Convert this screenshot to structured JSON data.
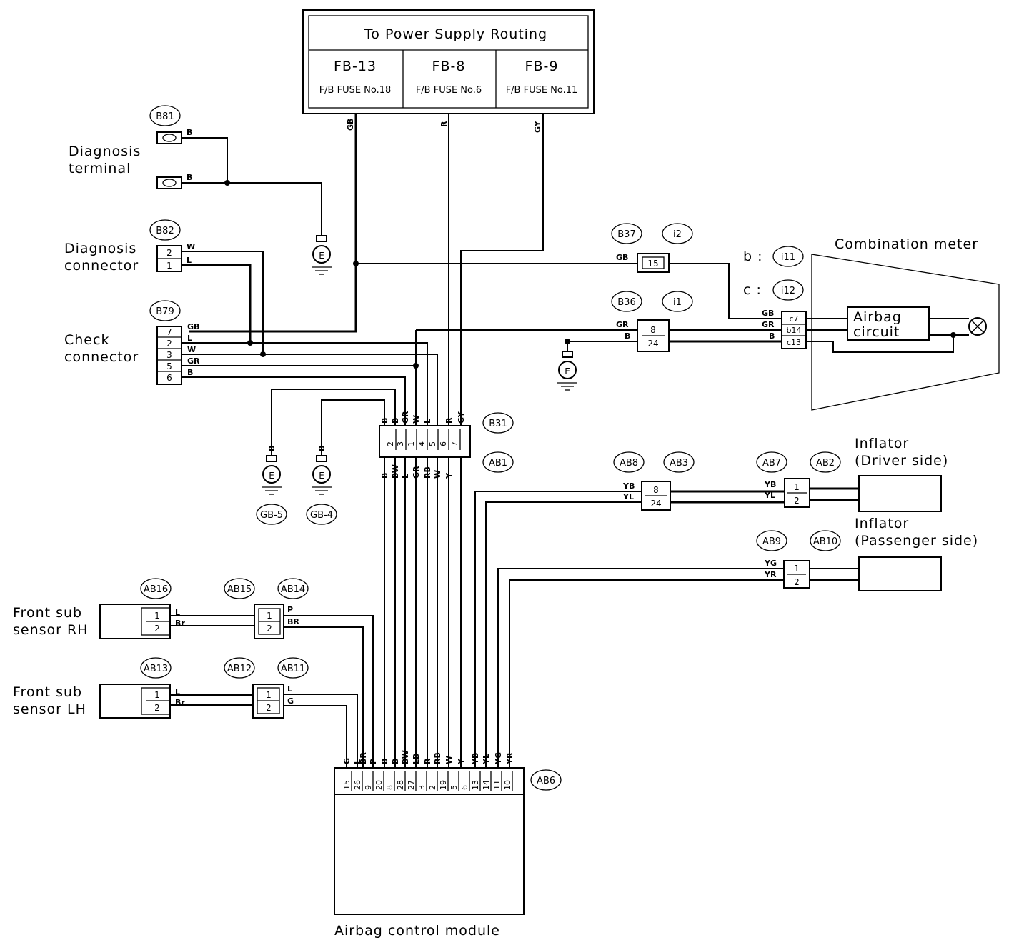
{
  "power_supply": {
    "title": "To Power Supply Routing",
    "fuses": [
      {
        "id": "FB-13",
        "desc": "F/B FUSE No.18"
      },
      {
        "id": "FB-8",
        "desc": "F/B FUSE No.6"
      },
      {
        "id": "FB-9",
        "desc": "F/B FUSE No.11"
      }
    ],
    "wires": [
      "GB",
      "R",
      "GY"
    ]
  },
  "components": {
    "diagnosis_terminal": "Diagnosis terminal",
    "diagnosis_terminal_lines": [
      "Diagnosis",
      "terminal"
    ],
    "diagnosis_connector_lines": [
      "Diagnosis",
      "connector"
    ],
    "check_connector_lines": [
      "Check",
      "connector"
    ],
    "combination_meter": "Combination meter",
    "airbag_circuit_lines": [
      "Airbag",
      "circuit"
    ],
    "inflator_driver_lines": [
      "Inflator",
      "(Driver side)"
    ],
    "inflator_passenger_lines": [
      "Inflator",
      "(Passenger side)"
    ],
    "front_sub_rh_lines": [
      "Front sub",
      "sensor RH"
    ],
    "front_sub_lh_lines": [
      "Front sub",
      "sensor LH"
    ],
    "airbag_module": "Airbag control module"
  },
  "connector_tags": [
    "B81",
    "B82",
    "B79",
    "B37",
    "i2",
    "B36",
    "i1",
    "i11",
    "i12",
    "B31",
    "AB1",
    "AB8",
    "AB3",
    "AB7",
    "AB2",
    "AB9",
    "AB10",
    "AB16",
    "AB15",
    "AB14",
    "AB13",
    "AB12",
    "AB11",
    "AB6",
    "GB-5",
    "GB-4"
  ],
  "meter_prefixes": [
    "b :",
    "c :"
  ],
  "ground_symbol": "E",
  "wire_colors": {
    "b81": [
      "B",
      "B"
    ],
    "b82": [
      "W",
      "L"
    ],
    "b79": [
      "GB",
      "L",
      "W",
      "GR",
      "B"
    ],
    "b37": "GB",
    "b36": [
      "GR",
      "B"
    ],
    "meter_in": [
      "GB",
      "GR",
      "B"
    ],
    "b31_top": [
      "B",
      "B",
      "GR",
      "W",
      "L",
      "R",
      "GY"
    ],
    "b31_bottom": [
      "B",
      "BW",
      "L",
      "GR",
      "RB",
      "W",
      "Y"
    ],
    "ground_leads": [
      "B",
      "B"
    ],
    "ab8_in": [
      "YB",
      "YL"
    ],
    "ab7_in": [
      "YB",
      "YL"
    ],
    "ab9_in": [
      "YG",
      "YR"
    ],
    "ab16_out": [
      "L",
      "Br"
    ],
    "ab15_out": [
      "P",
      "BR"
    ],
    "ab13_out": [
      "L",
      "Br"
    ],
    "ab11_out": [
      "L",
      "G"
    ],
    "ab6": [
      "G",
      "L",
      "BR",
      "P",
      "B",
      "B",
      "BW",
      "LB",
      "R",
      "RB",
      "W",
      "Y",
      "YB",
      "YL",
      "YG",
      "YR"
    ]
  },
  "pins": {
    "b81": [
      "",
      ""
    ],
    "b82": [
      "2",
      "1"
    ],
    "b79": [
      "7",
      "2",
      "3",
      "5",
      "6"
    ],
    "b37": "15",
    "b36": [
      "8",
      "24"
    ],
    "meter": [
      "c7",
      "b14",
      "c13"
    ],
    "b31": [
      "2",
      "3",
      "1",
      "4",
      "5",
      "6",
      "7"
    ],
    "ab8": [
      "8",
      "24"
    ],
    "ab7": [
      "1",
      "2"
    ],
    "ab9": [
      "1",
      "2"
    ],
    "ab16": [
      "1",
      "2"
    ],
    "ab15": [
      "1",
      "2"
    ],
    "ab13": [
      "1",
      "2"
    ],
    "ab12": [
      "1",
      "2"
    ],
    "ab6": [
      "15",
      "26",
      "9",
      "20",
      "8",
      "28",
      "27",
      "3",
      "2",
      "19",
      "5",
      "6",
      "13",
      "14",
      "11",
      "10"
    ]
  }
}
